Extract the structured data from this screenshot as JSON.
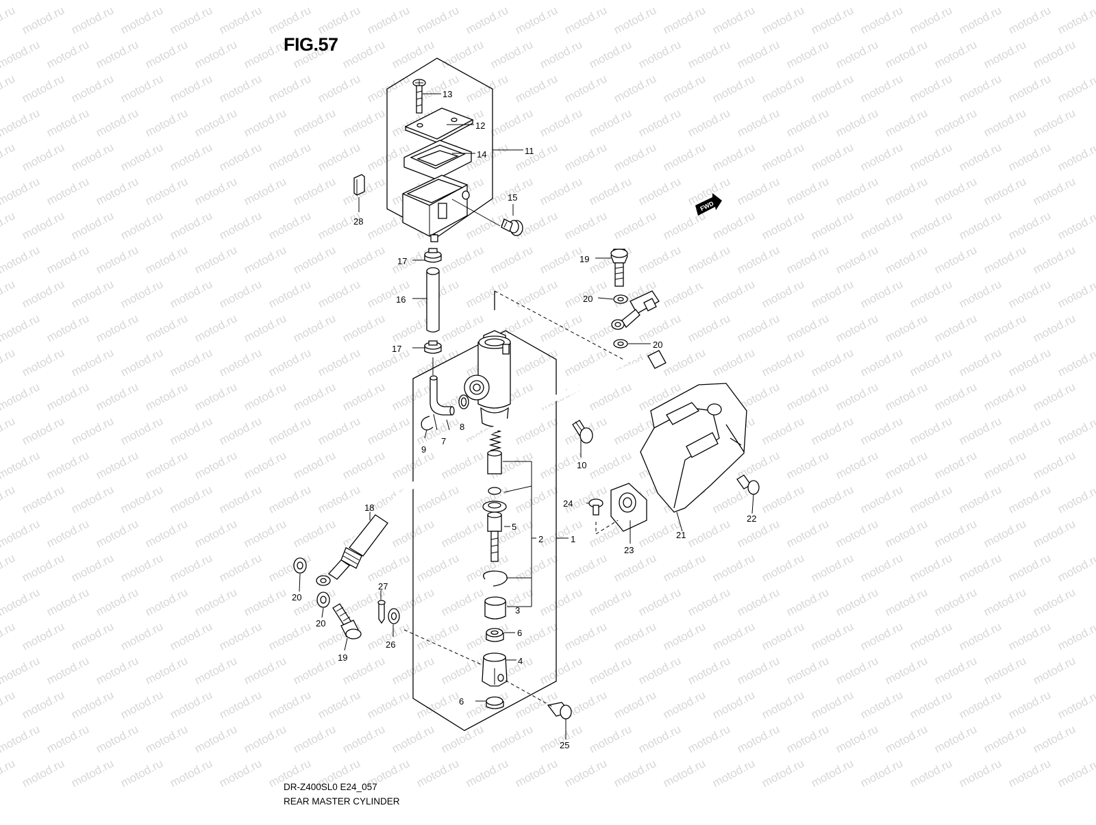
{
  "figure_title": "FIG.57",
  "model_code": "DR-Z400SL0 E24_057",
  "assembly_name": "REAR MASTER CYLINDER",
  "watermark_text": "motod.ru",
  "fwd_badge": "FWD",
  "callouts": [
    "1",
    "2",
    "3",
    "4",
    "5",
    "6",
    "6",
    "7",
    "8",
    "9",
    "10",
    "11",
    "12",
    "13",
    "14",
    "15",
    "16",
    "17",
    "17",
    "18",
    "19",
    "19",
    "20",
    "20",
    "20",
    "20",
    "21",
    "22",
    "23",
    "24",
    "25",
    "26",
    "27",
    "28"
  ],
  "colors": {
    "line": "#000000",
    "watermark": "#c9c9c9",
    "background": "#ffffff"
  }
}
